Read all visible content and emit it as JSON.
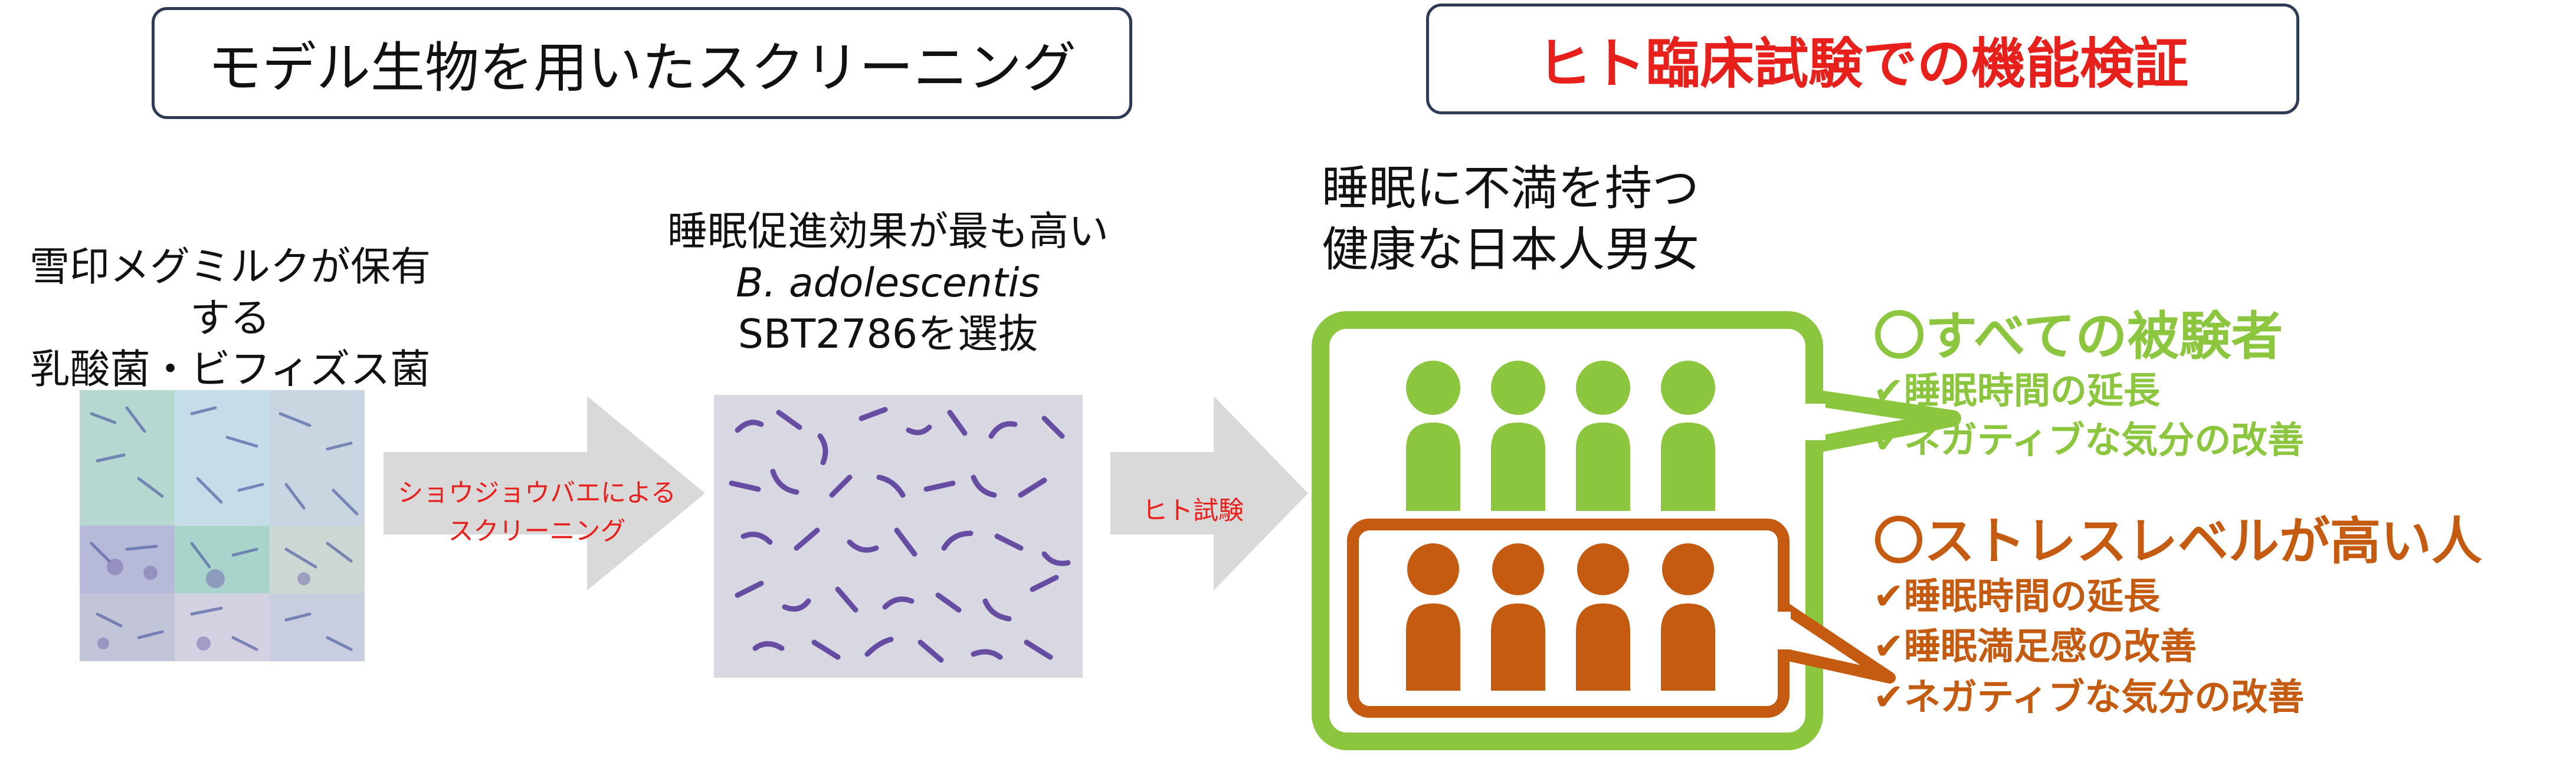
{
  "left_header": {
    "label": "モデル生物を用いたスクリーニング"
  },
  "right_header": {
    "label": "ヒト臨床試験での機能検証"
  },
  "step1": {
    "line1": "雪印メグミルクが保有する",
    "line2": "乳酸菌・ビフィズス菌"
  },
  "step2": {
    "line1": "睡眠促進効果が最も高い",
    "line2": "B. adolescentis",
    "line3": "SBT2786を選抜"
  },
  "arrow1": {
    "line1": "ショウジョウバエによる",
    "line2": "スクリーニング"
  },
  "arrow2": {
    "label": "ヒト試験"
  },
  "subjects": {
    "line1": "睡眠に不満を持つ",
    "line2": "健康な日本人男女"
  },
  "all_subjects": {
    "title": "〇すべての被験者",
    "items": [
      "✔睡眠時間の延長",
      "✔ネガティブな気分の改善"
    ]
  },
  "stress_subjects": {
    "title": "〇ストレスレベルが高い人",
    "items": [
      "✔睡眠時間の延長",
      "✔睡眠満足感の改善",
      "✔ネガティブな気分の改善"
    ]
  },
  "colors": {
    "accent_red": "#e8201c",
    "green": "#8cc63f",
    "orange": "#c55a11",
    "header_border": "#2d3b56",
    "arrow_fill": "#d9d9d9"
  }
}
